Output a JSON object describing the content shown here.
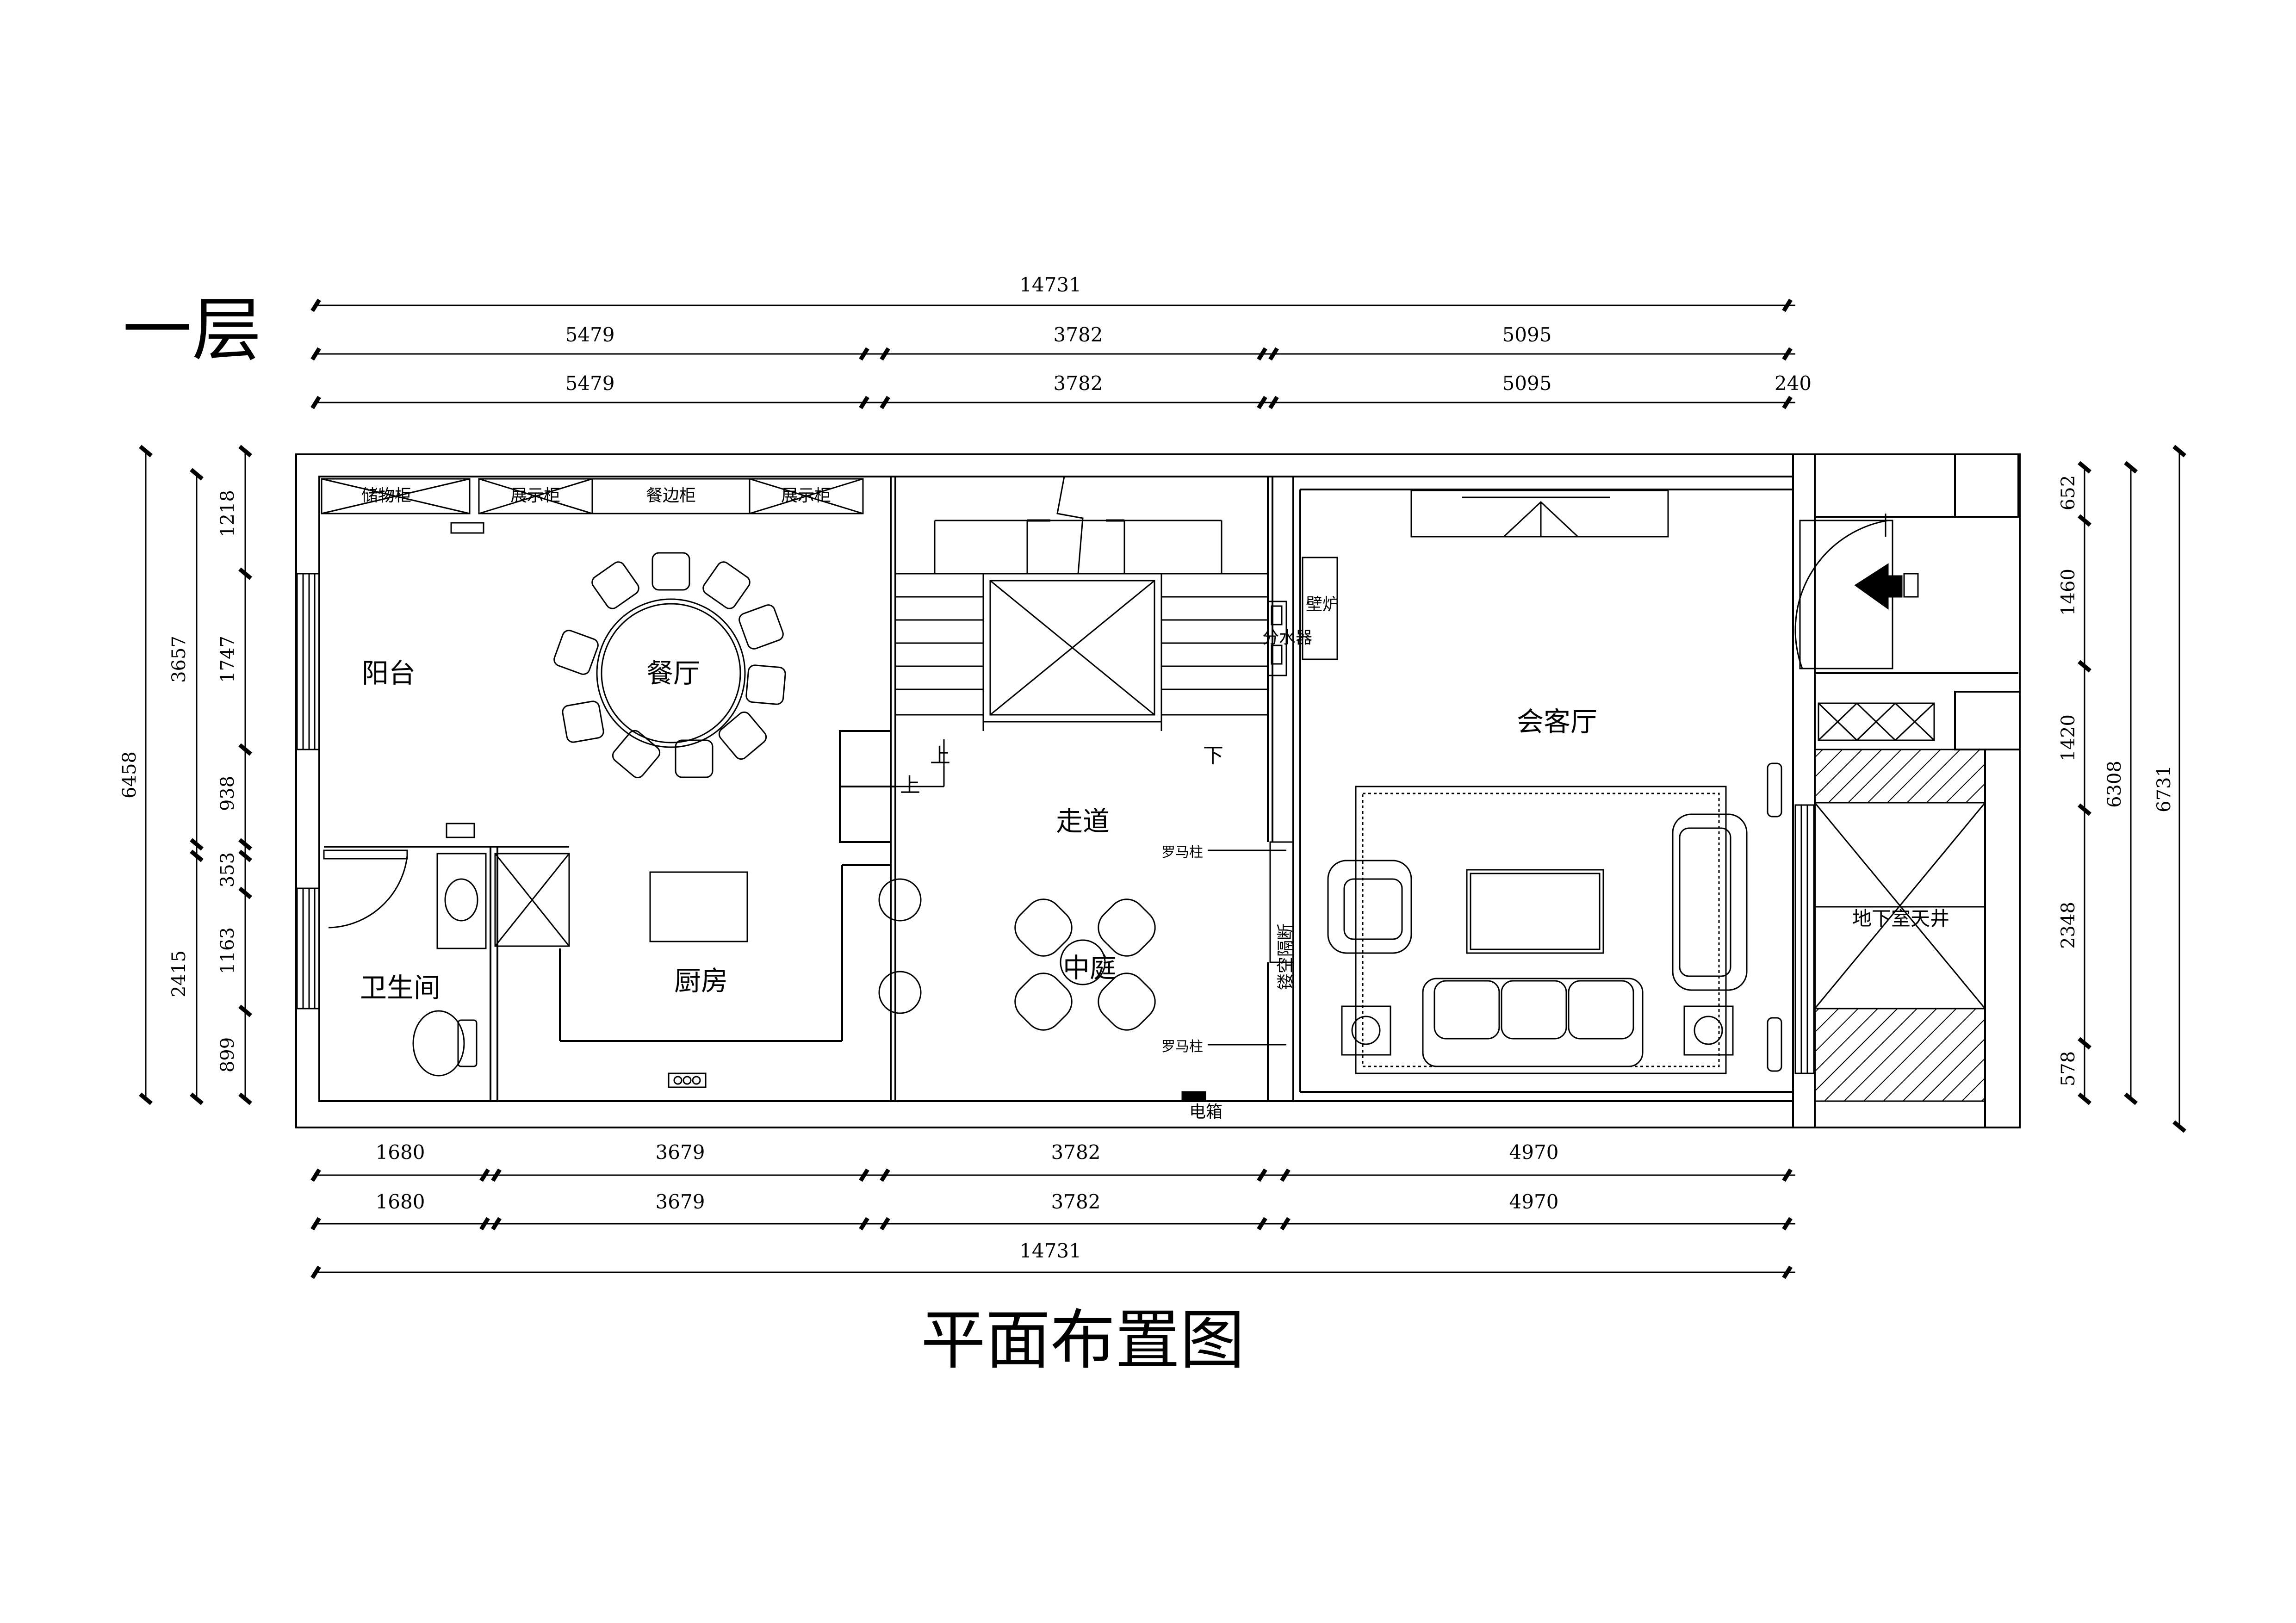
{
  "floor_label": "一层",
  "drawing_title": "平面布置图",
  "rooms": {
    "balcony": "阳台",
    "dining": "餐厅",
    "kitchen": "厨房",
    "bathroom": "卫生间",
    "corridor": "走道",
    "courtyard": "中庭",
    "living": "会客厅",
    "skylight": "地下室天井"
  },
  "fixtures": {
    "storage": "储物柜",
    "display1": "展示柜",
    "sideboard": "餐边柜",
    "display2": "展示柜",
    "fireplace": "壁炉",
    "manifold": "分水器",
    "column_top": "罗马柱",
    "column_bottom": "罗马柱",
    "partition": "镂空隔断",
    "electric_box": "电箱"
  },
  "stair_marks": {
    "up1": "上",
    "up2": "上",
    "down": "下"
  },
  "dims": {
    "top_total": "14731",
    "top_row1": [
      "5479",
      "3782",
      "5095"
    ],
    "top_row2": [
      "5479",
      "3782",
      "5095",
      "240"
    ],
    "bottom_row1": [
      "1680",
      "3679",
      "3782",
      "4970"
    ],
    "bottom_row2": [
      "1680",
      "3679",
      "3782",
      "4970"
    ],
    "bottom_total": "14731",
    "left_outer": "6458",
    "left_mid": [
      "3657",
      "2415"
    ],
    "left_inner": [
      "1218",
      "1747",
      "938",
      "353",
      "1163",
      "899"
    ],
    "right_inner": [
      "652",
      "1460",
      "1420",
      "2348",
      "578"
    ],
    "right_mid": "6308",
    "right_outer": "6731"
  }
}
